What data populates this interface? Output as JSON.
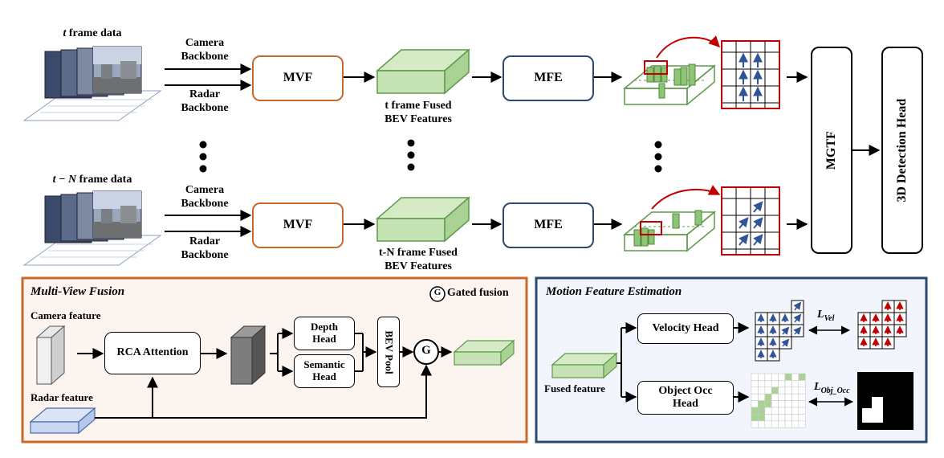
{
  "top": {
    "row1": {
      "frame_label_var": "t",
      "frame_label_rest": " frame data",
      "camera_backbone": [
        "Camera",
        "Backbone"
      ],
      "radar_backbone": [
        "Radar",
        "Backbone"
      ],
      "mvf": "MVF",
      "fused_bev": [
        "t frame Fused",
        "BEV Features"
      ],
      "mfe": "MFE"
    },
    "row2": {
      "frame_label_var": "t − N",
      "frame_label_rest": " frame data",
      "camera_backbone": [
        "Camera",
        "Backbone"
      ],
      "radar_backbone": [
        "Radar",
        "Backbone"
      ],
      "mvf": "MVF",
      "fused_bev": [
        "t-N frame Fused",
        "BEV Features"
      ],
      "mfe": "MFE"
    },
    "mgtf": "MGTF",
    "detection_head": "3D Detection Head"
  },
  "mvf_panel": {
    "title": "Multi-View Fusion",
    "legend_symbol": "G",
    "legend_label": "Gated fusion",
    "camera_feature": "Camera feature",
    "radar_feature": "Radar feature",
    "rca": "RCA Attention",
    "depth_head": [
      "Depth",
      "Head"
    ],
    "semantic_head": [
      "Semantic",
      "Head"
    ],
    "bev_pool": "BEV Pool",
    "gate": "G"
  },
  "mfe_panel": {
    "title": "Motion Feature Estimation",
    "fused_feature": "Fused feature",
    "velocity_head": "Velocity Head",
    "object_occ_head": [
      "Object Occ",
      "Head"
    ],
    "loss_vel_main": "L",
    "loss_vel_sub": "Vel",
    "loss_occ_main": "L",
    "loss_occ_sub": "Obj_Occ"
  },
  "colors": {
    "orange": "#c8682d",
    "navy": "#2a4a6e",
    "green_fill": "#c5e3b4",
    "green_edge": "#5f9a4a",
    "red": "#c00000",
    "arrow_blue": "#2f5597",
    "mvf_bg": "#fcf4ef",
    "mfe_bg": "#f2f5fb"
  }
}
